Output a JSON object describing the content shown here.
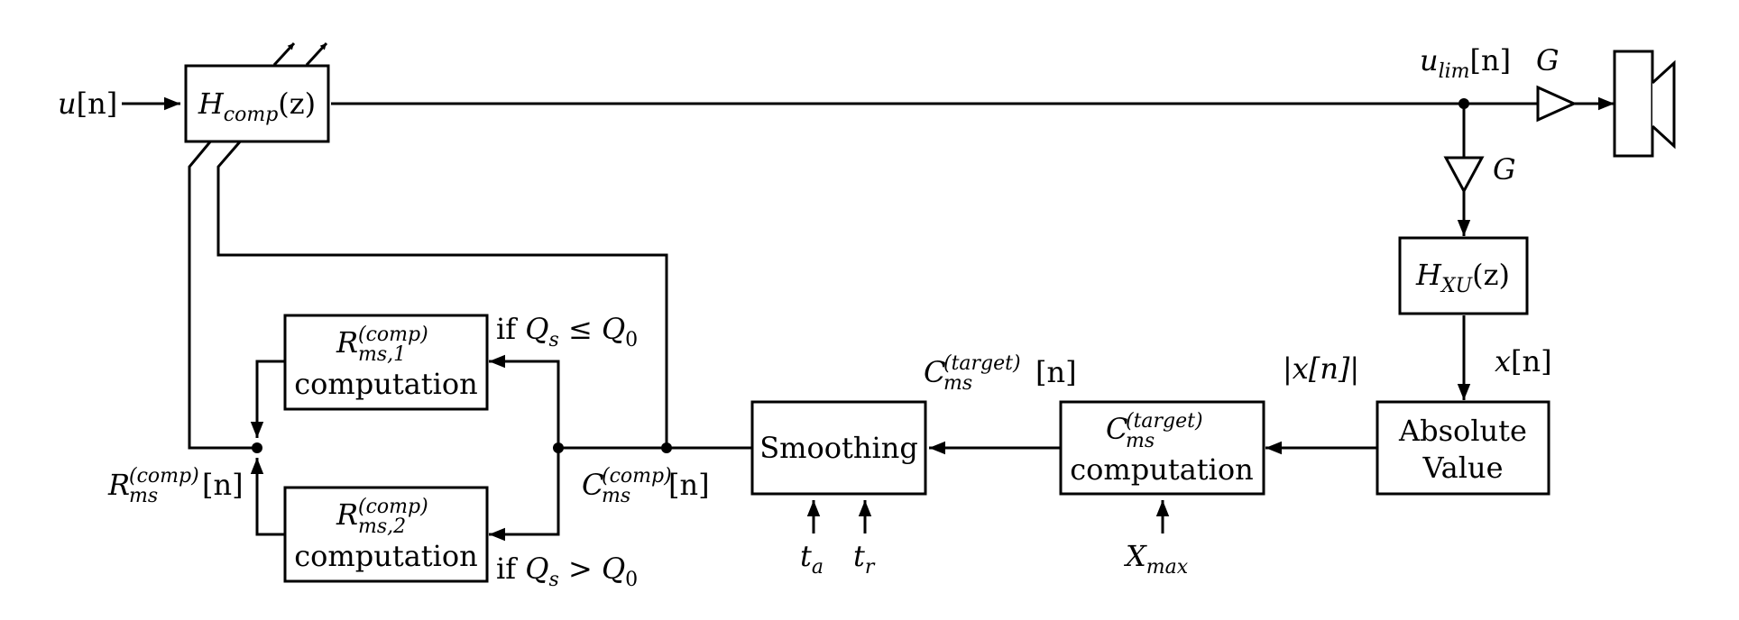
{
  "blocks": {
    "hcomp": {
      "main": "H",
      "sub": "comp",
      "tail": "(z)"
    },
    "hxu": {
      "main": "H",
      "sub": "XU",
      "tail": "(z)"
    },
    "absolute_value": {
      "line1": "Absolute",
      "line2": "Value"
    },
    "cms_target_comp": {
      "main": "C",
      "sup": "(target)",
      "sub": "ms",
      "line2": "computation"
    },
    "smoothing": {
      "label": "Smoothing"
    },
    "rms1": {
      "main": "R",
      "sup": "(comp)",
      "sub": "ms,1",
      "line2": "computation"
    },
    "rms2": {
      "main": "R",
      "sup": "(comp)",
      "sub": "ms,2",
      "line2": "computation"
    }
  },
  "signals": {
    "input": {
      "main": "u",
      "tail": "[n]"
    },
    "ulim": {
      "main": "u",
      "sub": "lim",
      "tail": "[n]"
    },
    "gain_top": "G",
    "gain_down": "G",
    "x": {
      "main": "x",
      "tail": "[n]"
    },
    "absx": {
      "text": "|x[n]|"
    },
    "cms_target": {
      "main": "C",
      "sup": "(target)",
      "sub": "ms",
      "tail": "[n]"
    },
    "cms_comp": {
      "main": "C",
      "sup": "(comp)",
      "sub": "ms",
      "tail": "[n]"
    },
    "rms_comp": {
      "main": "R",
      "sup": "(comp)",
      "sub": "ms",
      "tail": "[n]"
    },
    "ta": {
      "main": "t",
      "sub": "a"
    },
    "tr": {
      "main": "t",
      "sub": "r"
    },
    "xmax": {
      "main": "X",
      "sub": "max"
    }
  },
  "conditions": {
    "cond1": {
      "pre": "if ",
      "a": "Q",
      "a_sub": "s",
      "op": " ≤ ",
      "b": "Q",
      "b_sub": "0"
    },
    "cond2": {
      "pre": "if ",
      "a": "Q",
      "a_sub": "s",
      "op": " > ",
      "b": "Q",
      "b_sub": "0"
    }
  }
}
